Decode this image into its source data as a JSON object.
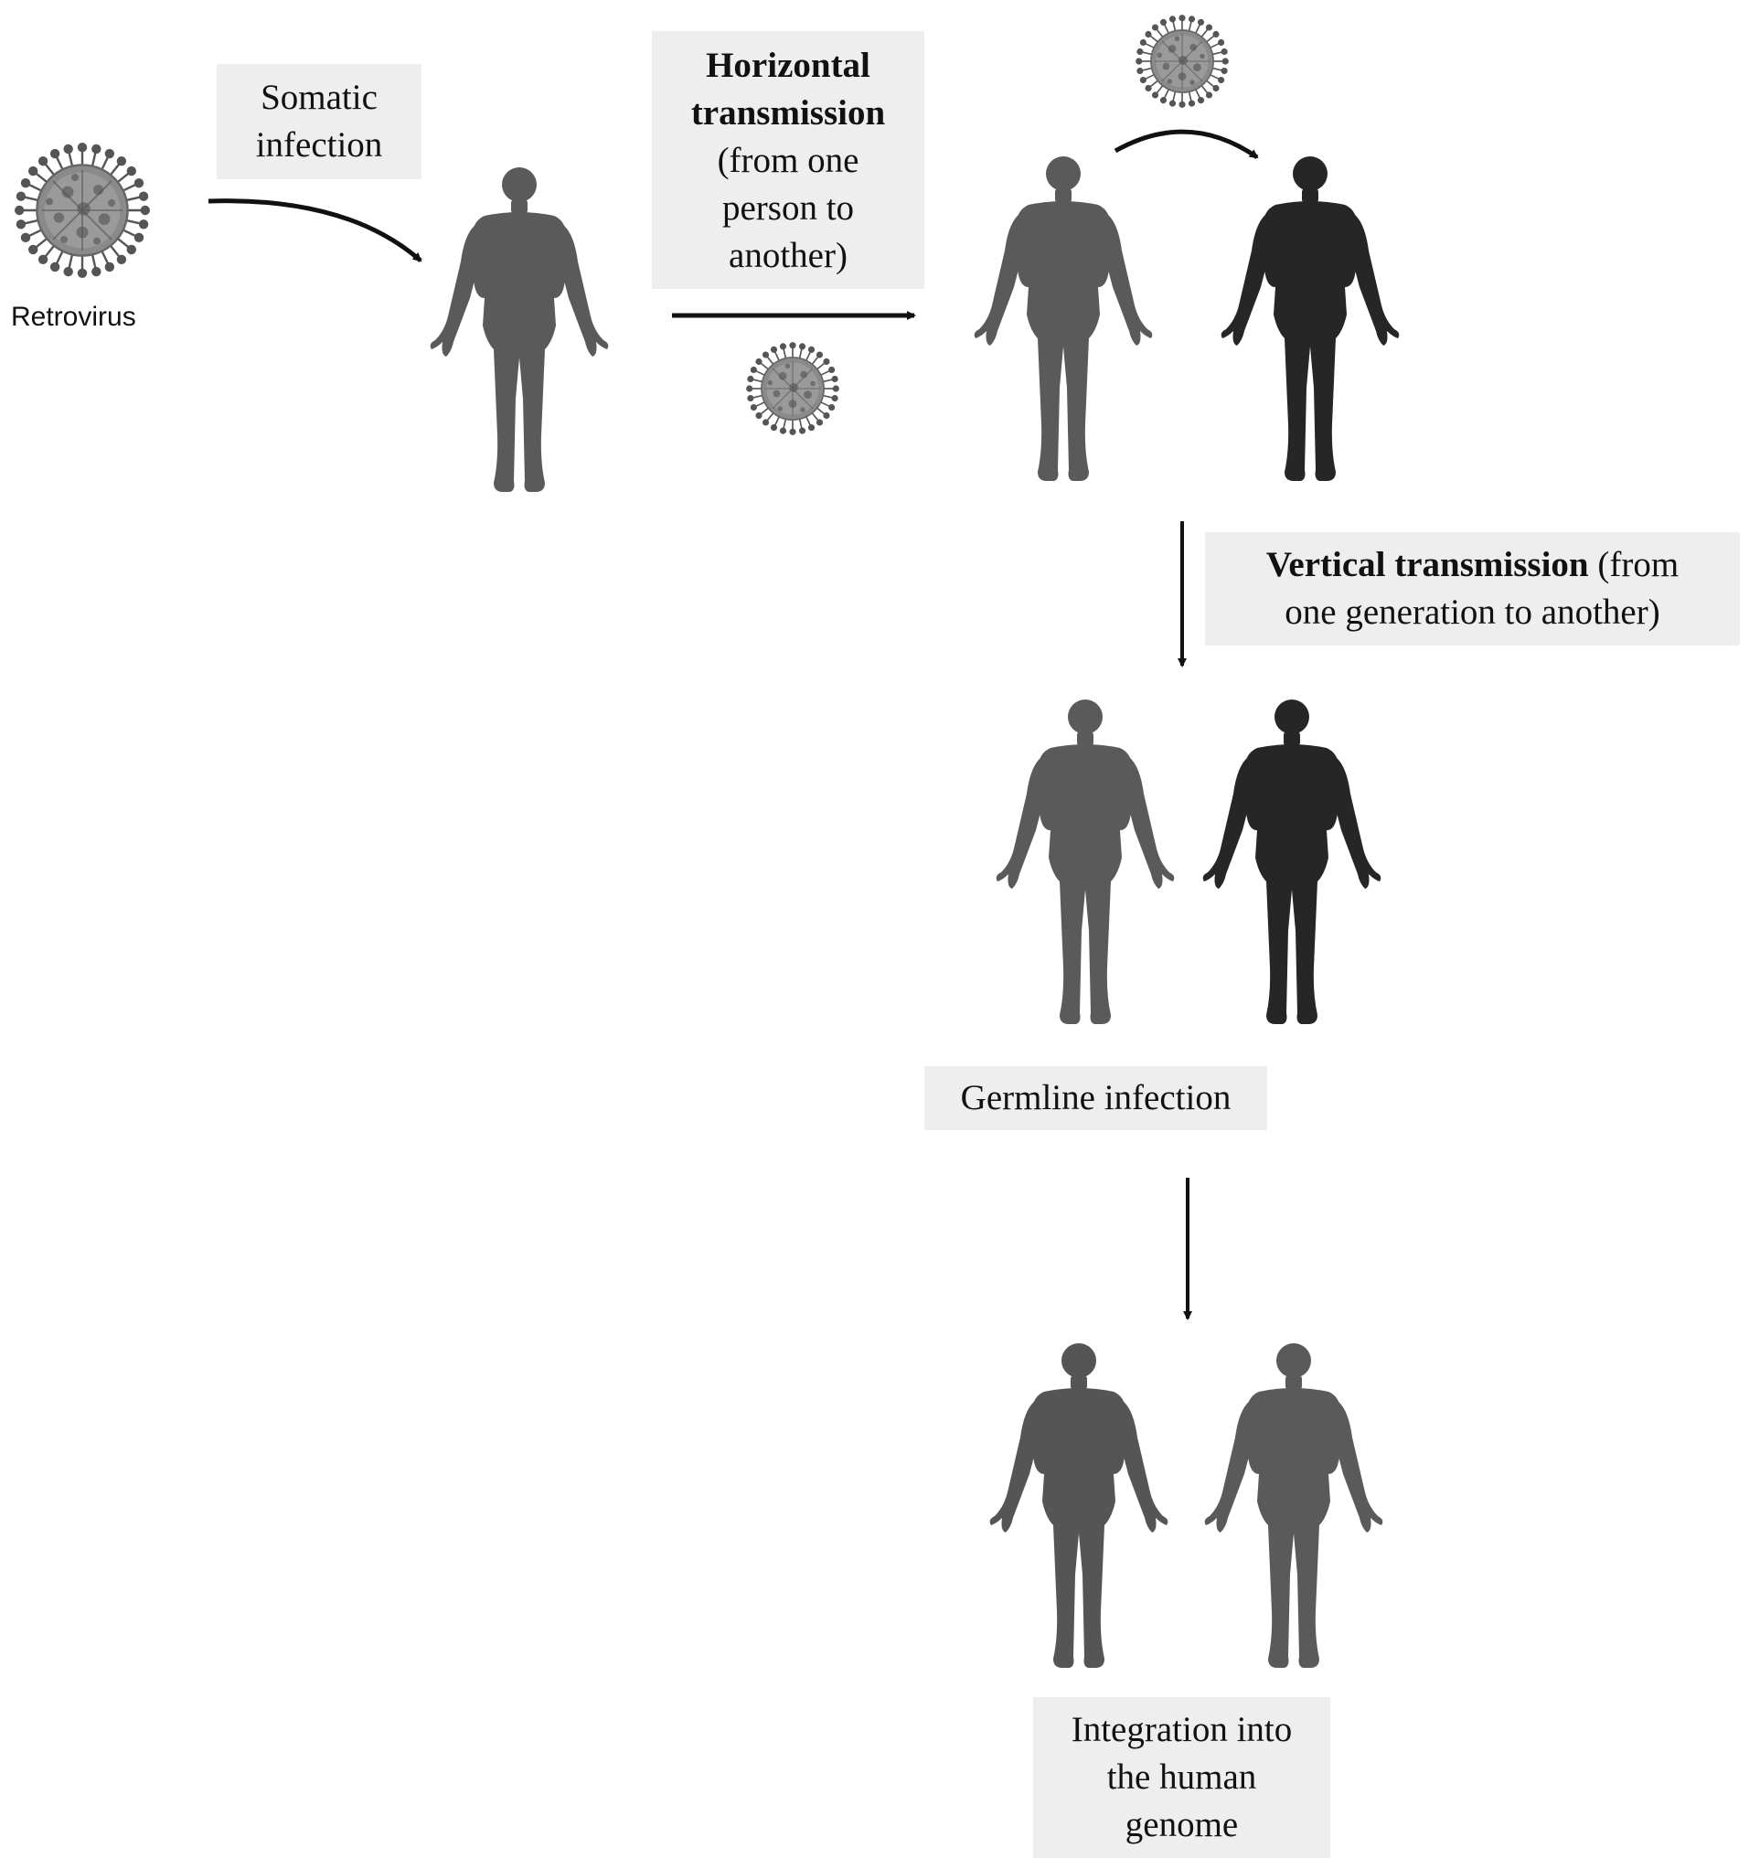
{
  "labels": {
    "retrovirus": "Retrovirus",
    "somatic_line1": "Somatic",
    "somatic_line2": "infection",
    "horizontal_bold_line1": "Horizontal",
    "horizontal_bold_line2": "transmission",
    "horizontal_line3": "(from one",
    "horizontal_line4": "person to",
    "horizontal_line5": "another)",
    "vertical_bold": "Vertical transmission",
    "vertical_rest_line1": " (from",
    "vertical_line2": "one generation to another)",
    "germline": "Germline infection",
    "integration_line1": "Integration into",
    "integration_line2": "the human",
    "integration_line3": "genome"
  },
  "colors": {
    "figure_mid": "#5a5a5a",
    "figure_dark": "#262626",
    "box_bg": "#eeeeee",
    "arrow": "#111111",
    "virus": "#8a8a8a"
  }
}
